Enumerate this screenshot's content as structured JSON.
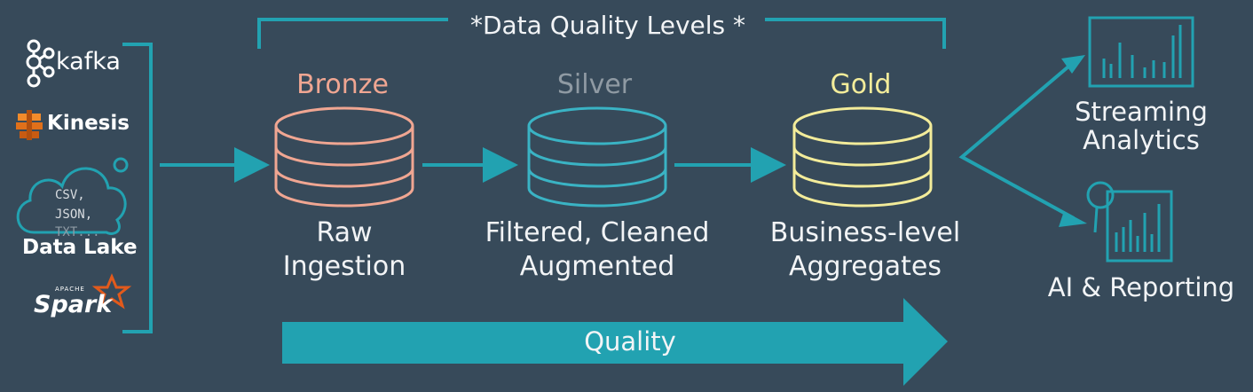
{
  "header": {
    "title": "*Data Quality Levels *"
  },
  "sources": [
    {
      "label": "kafka",
      "icon": "kafka-icon"
    },
    {
      "label": "Kinesis",
      "icon": "kinesis-icon"
    },
    {
      "label": "Data Lake",
      "icon": "cloud-icon",
      "cloud_lines": [
        "CSV,",
        "JSON,",
        "TXT..."
      ]
    },
    {
      "label": "Spark",
      "small": "APACHE",
      "icon": "spark-star-icon"
    }
  ],
  "tiers": [
    {
      "name": "Bronze",
      "desc1": "Raw",
      "desc2": "Ingestion",
      "color": "#f0a692"
    },
    {
      "name": "Silver",
      "desc1": "Filtered, Cleaned",
      "desc2": "Augmented",
      "color": "#3ab3c4"
    },
    {
      "name": "Gold",
      "desc1": "Business-level",
      "desc2": "Aggregates",
      "color": "#f3ec9a"
    }
  ],
  "quality_arrow": {
    "label": "Quality",
    "color": "#22a2b1"
  },
  "outputs": [
    {
      "label1": "Streaming",
      "label2": "Analytics",
      "icon": "bar-chart-icon"
    },
    {
      "label1": "AI & Reporting",
      "icon": "magnifier-chart-icon"
    }
  ],
  "colors": {
    "background": "#374a5a",
    "accent": "#22a2b1",
    "silver_title": "#8f9aa3"
  }
}
